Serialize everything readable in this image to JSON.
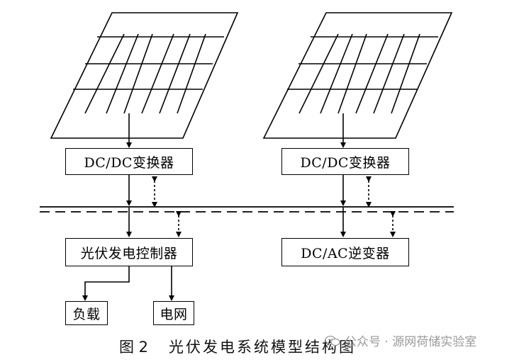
{
  "diagram": {
    "left_converter": "DC/DC变换器",
    "right_converter": "DC/DC变换器",
    "controller": "光伏发电控制器",
    "inverter": "DC/AC逆变器",
    "load": "负载",
    "grid": "电网"
  },
  "caption": {
    "number": "图 2",
    "title": "光伏发电系统模型结构图"
  },
  "watermark": {
    "text": "公众号 · 源网荷储实验室",
    "icon": "wechat-icon"
  },
  "colors": {
    "line": "#000000",
    "watermark": "#9a9a9a"
  }
}
